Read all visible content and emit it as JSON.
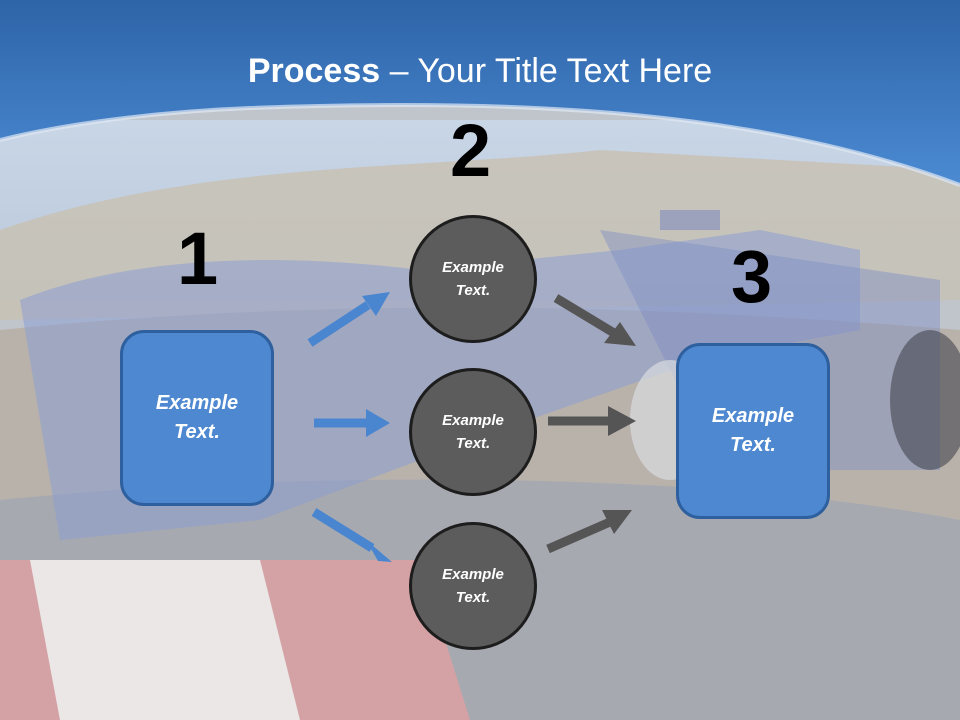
{
  "title": {
    "bold": "Process",
    "rest": " – Your Title Text Here"
  },
  "steps": [
    {
      "number": "1",
      "text": "Example Text."
    },
    {
      "number": "2",
      "items": [
        "Example Text.",
        "Example Text.",
        "Example Text."
      ]
    },
    {
      "number": "3",
      "text": "Example Text."
    }
  ],
  "colors": {
    "header_blue": "#3f7fc6",
    "box_fill": "#4d88d0",
    "circle_fill": "#5c5c5c",
    "blue_arrow": "#4a86cf",
    "gray_arrow": "#555555"
  }
}
